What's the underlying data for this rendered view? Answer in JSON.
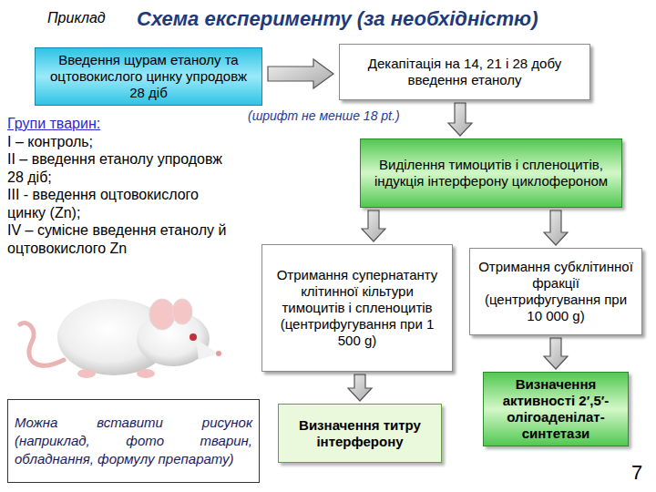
{
  "diagram": {
    "title": "Схема експерименту (за необхідністю)",
    "nodes": [
      {
        "text": [
          "Введення щурам етанолу та оцтовокислого цинку упродовж 28 діб"
        ]
      },
      {
        "text": [
          "Декапітація на 14, 21 і 28 добу введення етанолу"
        ]
      },
      {
        "text": [
          "Виділення тимоцитів і спленоцитів, індукція інтерферону циклофероном"
        ]
      },
      {
        "text": [
          "Отримання супернатанту клітинної кільтури тимоцитів і спленоцитів (центрифугування при 1 500 g)"
        ]
      },
      {
        "text": [
          "Отримання субклітинної фракції (центрифугування при 10 000 g)"
        ]
      },
      {
        "text": [
          "Визначення титру інтерферону"
        ]
      },
      {
        "text": [
          "Визначення активності 2′,5′-олігоаденілат-синтетази"
        ]
      },
      {
        "text": [
          "Можна вставити рисунок (наприклад, фото тварин, обладнання, формулу препарату)"
        ]
      }
    ],
    "edges": [
      {
        "from": 0,
        "to": 1,
        "arrow": "to"
      },
      {
        "from": 1,
        "to": 2,
        "arrow": "to"
      },
      {
        "from": 2,
        "to": 3,
        "arrow": "to"
      },
      {
        "from": 2,
        "to": 4,
        "arrow": "to"
      },
      {
        "from": 3,
        "to": 5,
        "arrow": "to"
      },
      {
        "from": 4,
        "to": 6,
        "arrow": "to"
      }
    ],
    "labels": [
      "Приклад",
      "(шрифт не менше 18 pt.)",
      "Групи тварин:",
      "I – контроль;",
      "II – введення етанолу упродовж 28 діб;",
      "III - введення оцтовокислого цинку (Zn);",
      "IV – сумісне введення етанолу й оцтовокислого Zn",
      "7"
    ]
  }
}
